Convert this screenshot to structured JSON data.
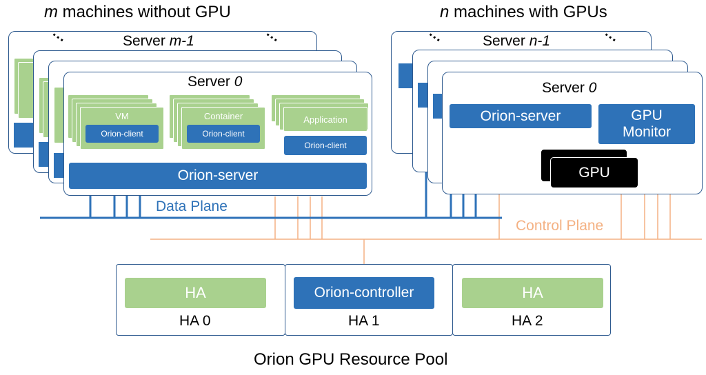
{
  "titles": {
    "left_var": "m",
    "left_rest": " machines without GPU",
    "right_var": "n",
    "right_rest": " machines with GPUs"
  },
  "left_cluster": {
    "back_server_prefix": "Server ",
    "back_server_index": "m-1",
    "front_server_prefix": "Server ",
    "front_server_index": "0",
    "vm_label": "VM",
    "container_label": "Container",
    "application_label": "Application",
    "orion_client_label": "Orion-client",
    "orion_server_label": "Orion-server"
  },
  "right_cluster": {
    "back_server_prefix": "Server ",
    "back_server_index": "n-1",
    "front_server_prefix": "Server ",
    "front_server_index": "0",
    "orion_server_label": "Orion-server",
    "gpu_monitor_line1": "GPU",
    "gpu_monitor_line2": "Monitor",
    "gpu_label": "GPU"
  },
  "planes": {
    "data_plane": "Data Plane",
    "control_plane": "Control Plane"
  },
  "ha": {
    "ha0_inner": "HA",
    "ha0_label": "HA 0",
    "ha1_inner": "Orion-controller",
    "ha1_label": "HA 1",
    "ha2_inner": "HA",
    "ha2_label": "HA 2"
  },
  "footer": "Orion GPU Resource Pool",
  "colors": {
    "blue": "#2e72b8",
    "green": "#a9d18e",
    "control_line": "#f4b183",
    "data_line": "#2e72b8",
    "server_border": "#2e5a8f"
  }
}
